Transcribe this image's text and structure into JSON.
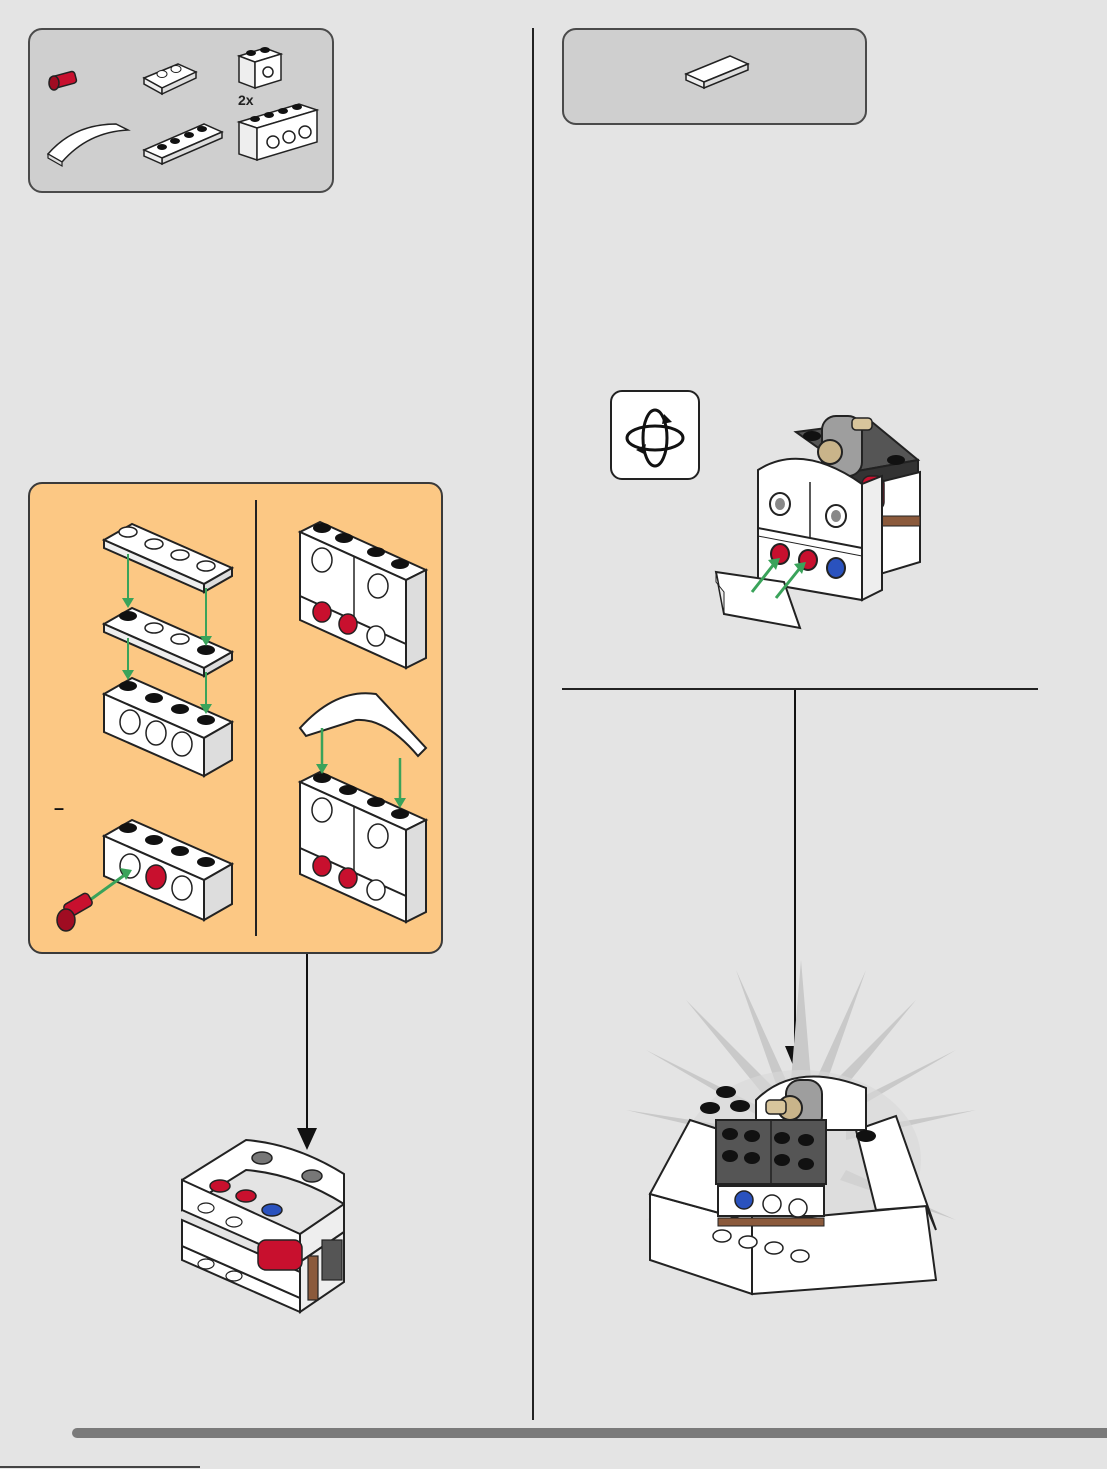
{
  "step_left": {
    "parts": [
      {
        "name": "red-pin",
        "qty": ""
      },
      {
        "name": "plate-1x2-white",
        "qty": ""
      },
      {
        "name": "technic-brick-1x2-white",
        "qty": "2x"
      },
      {
        "name": "curved-slope-white",
        "qty": ""
      },
      {
        "name": "plate-1x4-white",
        "qty": ""
      },
      {
        "name": "technic-brick-1x4-white",
        "qty": ""
      }
    ],
    "subassembly_note": "–"
  },
  "step_right": {
    "parts": [
      {
        "name": "tile-1x2-white",
        "qty": ""
      }
    ],
    "rotate_icon": "rotate-model-icon"
  },
  "colors": {
    "page_bg": "#e4e4e4",
    "parts_bg": "#cfcfcf",
    "subassembly_bg": "#fcc884",
    "arrow_green": "#3aa35a",
    "brick_red": "#c8102e",
    "brick_blue": "#2a52be"
  }
}
